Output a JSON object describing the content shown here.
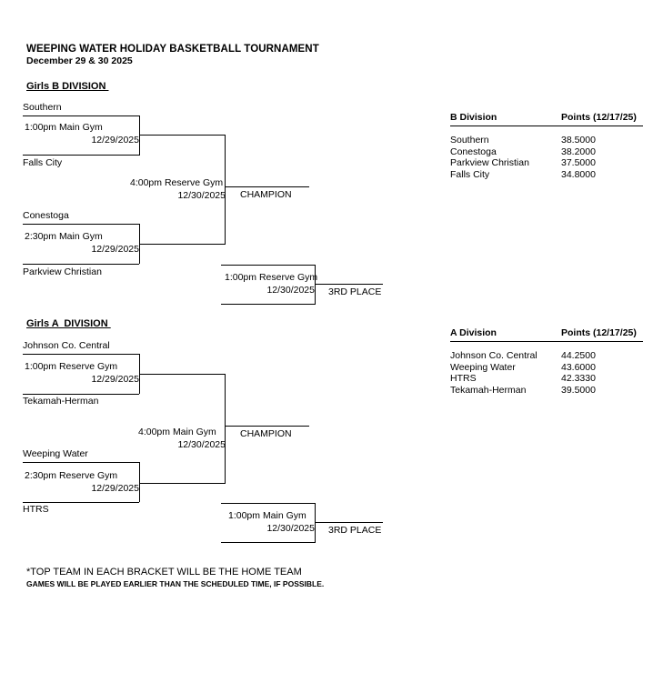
{
  "header": {
    "title": "WEEPING WATER HOLIDAY BASKETBALL TOURNAMENT",
    "dates": "December 29 & 30 2025"
  },
  "divisions": [
    {
      "heading": "Girls B DIVISION ",
      "semifinals": [
        {
          "top_team": "Southern",
          "bottom_team": "Falls City",
          "time_venue": "1:00pm Main Gym",
          "date": "12/29/2025"
        },
        {
          "top_team": "Conestoga",
          "bottom_team": "Parkview Christian",
          "time_venue": "2:30pm Main Gym",
          "date": "12/29/2025"
        }
      ],
      "final": {
        "time_venue": "4:00pm Reserve Gym",
        "date": "12/30/2025",
        "outcome": "CHAMPION"
      },
      "consolation": {
        "time_venue": "1:00pm Reserve Gym",
        "date": "12/30/2025",
        "outcome": "3RD PLACE"
      }
    },
    {
      "heading": "Girls A  DIVISION ",
      "semifinals": [
        {
          "top_team": "Johnson Co. Central",
          "bottom_team": "Tekamah-Herman",
          "time_venue": "1:00pm Reserve Gym",
          "date": "12/29/2025"
        },
        {
          "top_team": "Weeping Water",
          "bottom_team": "HTRS",
          "time_venue": "2:30pm Reserve Gym",
          "date": "12/29/2025"
        }
      ],
      "final": {
        "time_venue": "4:00pm Main Gym",
        "date": "12/30/2025",
        "outcome": "CHAMPION"
      },
      "consolation": {
        "time_venue": "1:00pm Main Gym",
        "date": "12/30/2025",
        "outcome": "3RD PLACE"
      }
    }
  ],
  "points_tables": [
    {
      "col_division": "B Division",
      "col_points": "Points (12/17/25)",
      "rows": [
        {
          "team": "Southern",
          "points": "38.5000"
        },
        {
          "team": "Conestoga",
          "points": "38.2000"
        },
        {
          "team": "Parkview Christian",
          "points": "37.5000"
        },
        {
          "team": "Falls City",
          "points": "34.8000"
        }
      ]
    },
    {
      "col_division": "A Division",
      "col_points": "Points (12/17/25)",
      "rows": [
        {
          "team": "Johnson Co. Central",
          "points": "44.2500"
        },
        {
          "team": "Weeping Water",
          "points": "43.6000"
        },
        {
          "team": "HTRS",
          "points": "42.3330"
        },
        {
          "team": "Tekamah-Herman",
          "points": "39.5000"
        }
      ]
    }
  ],
  "footer": {
    "note_primary": "*TOP TEAM IN EACH BRACKET WILL BE THE HOME TEAM",
    "note_secondary": "GAMES WILL BE PLAYED EARLIER THAN THE SCHEDULED TIME, IF POSSIBLE."
  }
}
